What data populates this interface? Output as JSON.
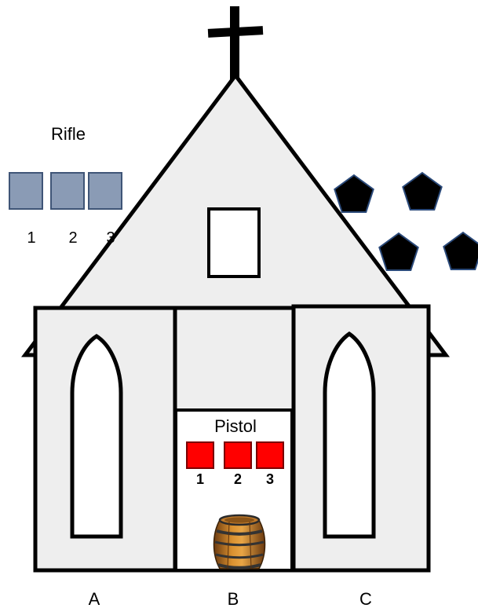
{
  "rifle": {
    "label": "Rifle",
    "slots": [
      "1",
      "2",
      "3"
    ],
    "color": "#8a9bb5"
  },
  "pistol": {
    "label": "Pistol",
    "slots": [
      "1",
      "2",
      "3"
    ],
    "color": "#ff0000"
  },
  "doors": [
    "A",
    "B",
    "C"
  ],
  "enemies": {
    "icon": "pentagon-icon",
    "count": 4,
    "color": "#000000"
  },
  "barrel": {
    "icon": "barrel-icon"
  },
  "church": {
    "fill": "#eeeeee",
    "stroke": "#000000"
  }
}
